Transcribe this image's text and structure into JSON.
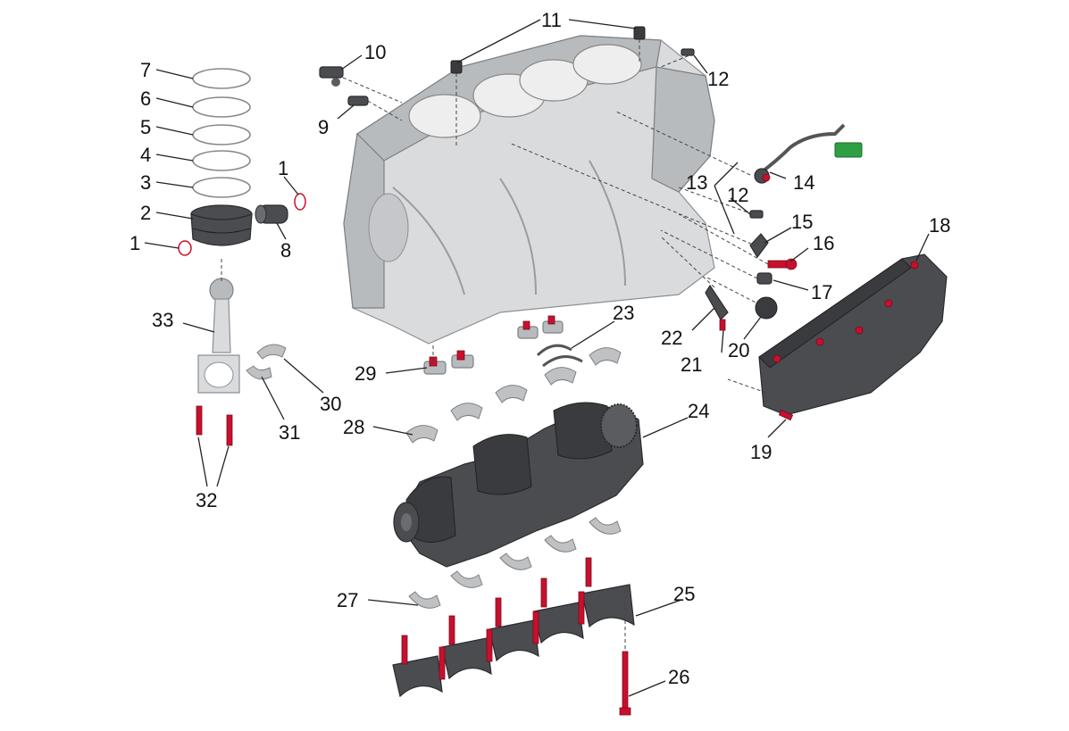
{
  "callouts": {
    "c1a": "1",
    "c1b": "1",
    "c2": "2",
    "c3": "3",
    "c4": "4",
    "c5": "5",
    "c6": "6",
    "c7": "7",
    "c8": "8",
    "c9": "9",
    "c10": "10",
    "c11": "11",
    "c12a": "12",
    "c12b": "12",
    "c13": "13",
    "c14": "14",
    "c15": "15",
    "c16": "16",
    "c17": "17",
    "c18": "18",
    "c19": "19",
    "c20": "20",
    "c21": "21",
    "c22": "22",
    "c23": "23",
    "c24": "24",
    "c25": "25",
    "c26": "26",
    "c27": "27",
    "c28": "28",
    "c29": "29",
    "c30": "30",
    "c31": "31",
    "c32": "32",
    "c33": "33"
  },
  "colors": {
    "background": "#ffffff",
    "metal": "#d9dbdd",
    "dark_part": "#4a4c50",
    "bolt_red": "#c8102e",
    "connector_green": "#2ea043"
  }
}
